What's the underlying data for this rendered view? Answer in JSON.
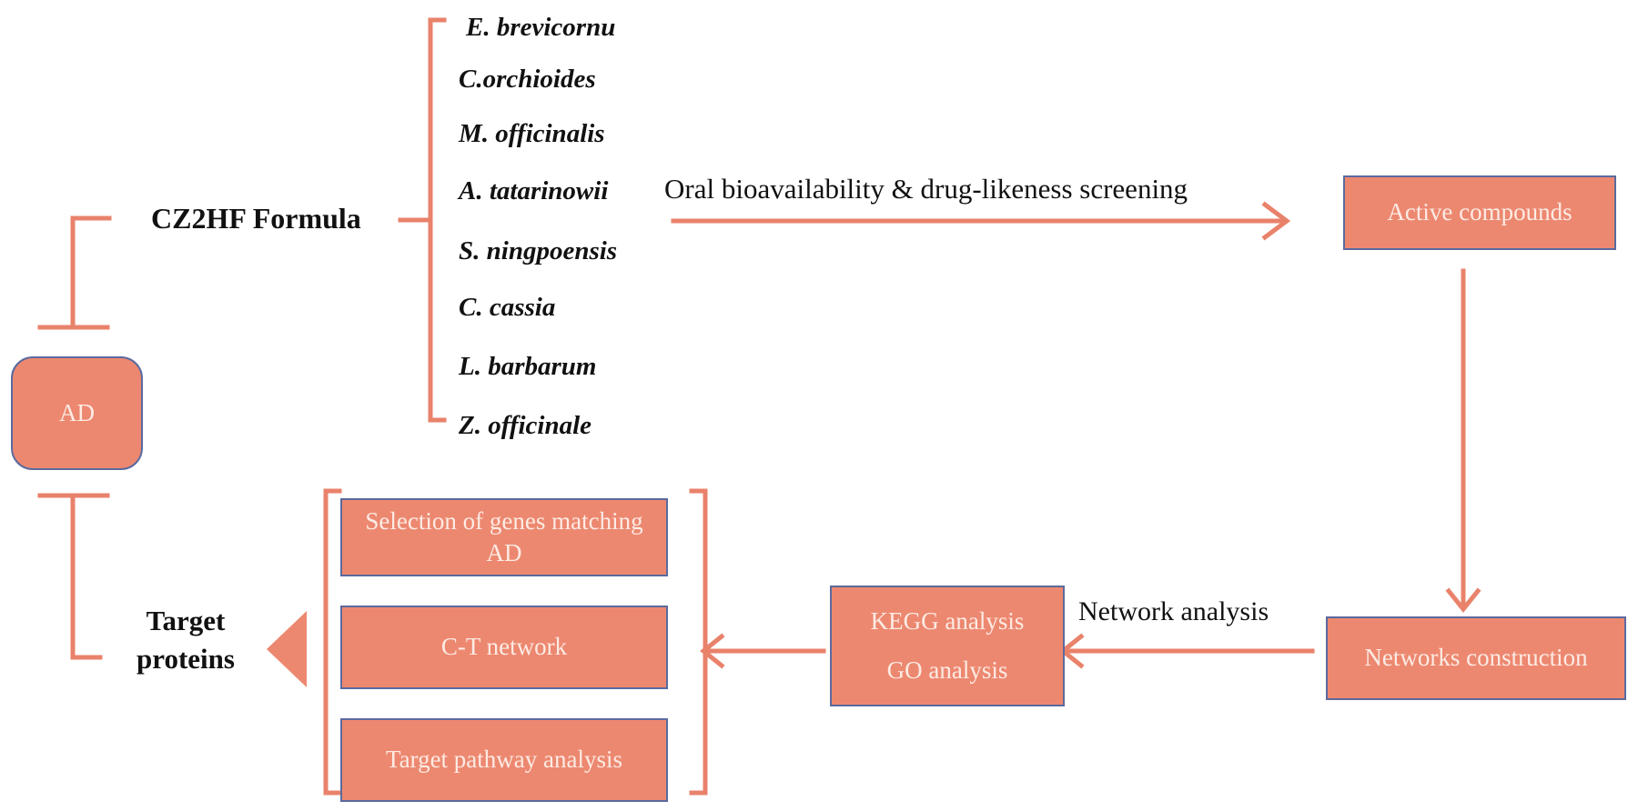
{
  "colors": {
    "box_fill": "#ED8870",
    "box_border": "#5A6A9E",
    "line": "#E9826B",
    "box_text": "#FCEBE4"
  },
  "formula": {
    "title": "CZ2HF Formula"
  },
  "herbs": [
    "E. brevicornu",
    "C.orchioides",
    "M. officinalis",
    "A. tatarinowii",
    "S. ningpoensis",
    "C. cassia",
    "L. barbarum",
    "Z. officinale"
  ],
  "screening": {
    "label": "Oral bioavailability & drug-likeness screening"
  },
  "active": {
    "label": "Active compounds"
  },
  "networks": {
    "label": "Networks construction"
  },
  "network_analysis": {
    "label": "Network analysis"
  },
  "kegg": {
    "label": "KEGG analysis"
  },
  "go": {
    "label": "GO analysis"
  },
  "selection": {
    "label": "Selection of genes matching AD"
  },
  "ct": {
    "label": "C-T network"
  },
  "pathway": {
    "label": "Target pathway analysis"
  },
  "ad": {
    "label": "AD"
  },
  "target": {
    "line1": "Target",
    "line2": "proteins"
  }
}
